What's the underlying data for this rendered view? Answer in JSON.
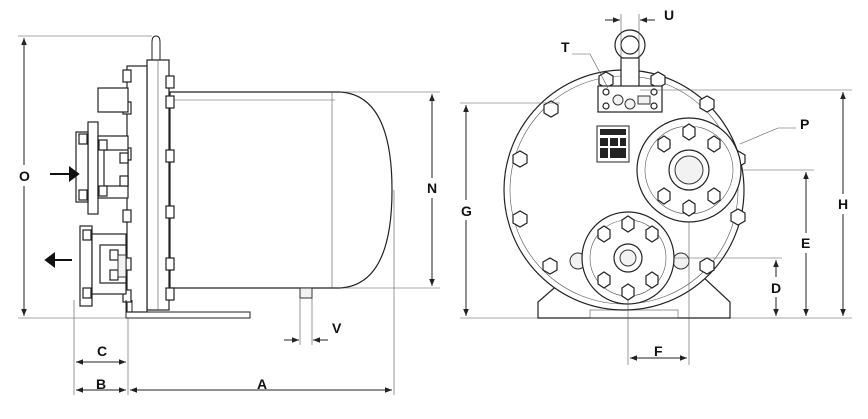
{
  "dimensions": {
    "A": "A",
    "B": "B",
    "C": "C",
    "D": "D",
    "E": "E",
    "F": "F",
    "G": "G",
    "H": "H",
    "N": "N",
    "O": "O",
    "P": "P",
    "T": "T",
    "U": "U",
    "V": "V"
  }
}
